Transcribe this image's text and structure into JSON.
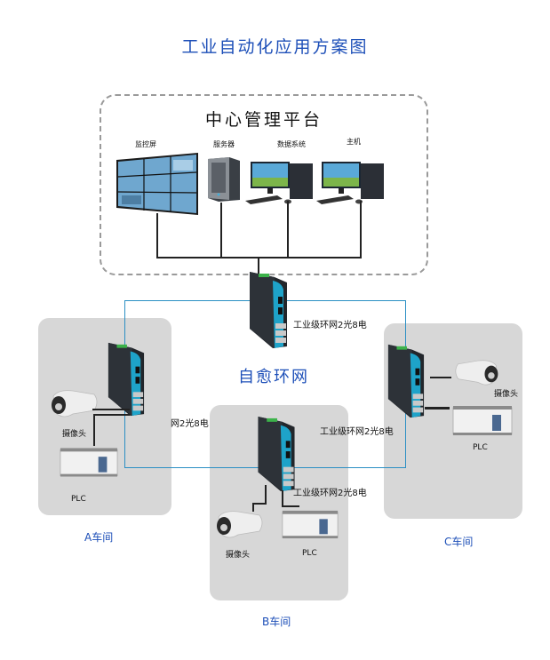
{
  "title": "工业自动化应用方案图",
  "center_platform": {
    "title": "中心管理平台",
    "devices": [
      {
        "id": "monitor-wall",
        "label": "监控屏"
      },
      {
        "id": "server",
        "label": "服务器"
      },
      {
        "id": "data-system",
        "label": "数据系统"
      },
      {
        "id": "host",
        "label": "主机"
      }
    ]
  },
  "ring": {
    "label": "自愈环网",
    "color": "#2b8fc4"
  },
  "switch_label": "工业级环网2光8电",
  "switch_label_partial": "网2光8电",
  "workshops": [
    {
      "id": "A",
      "label": "A车间",
      "camera_label": "摄像头",
      "plc_label": "PLC"
    },
    {
      "id": "B",
      "label": "B车间",
      "camera_label": "摄像头",
      "plc_label": "PLC"
    },
    {
      "id": "C",
      "label": "C车间",
      "camera_label": "摄像头",
      "plc_label": "PLC"
    }
  ],
  "colors": {
    "title": "#1d4fb8",
    "workshop_bg": "#d7d7d7",
    "switch_body": "#1f2328",
    "switch_accent": "#1ea3c9"
  }
}
